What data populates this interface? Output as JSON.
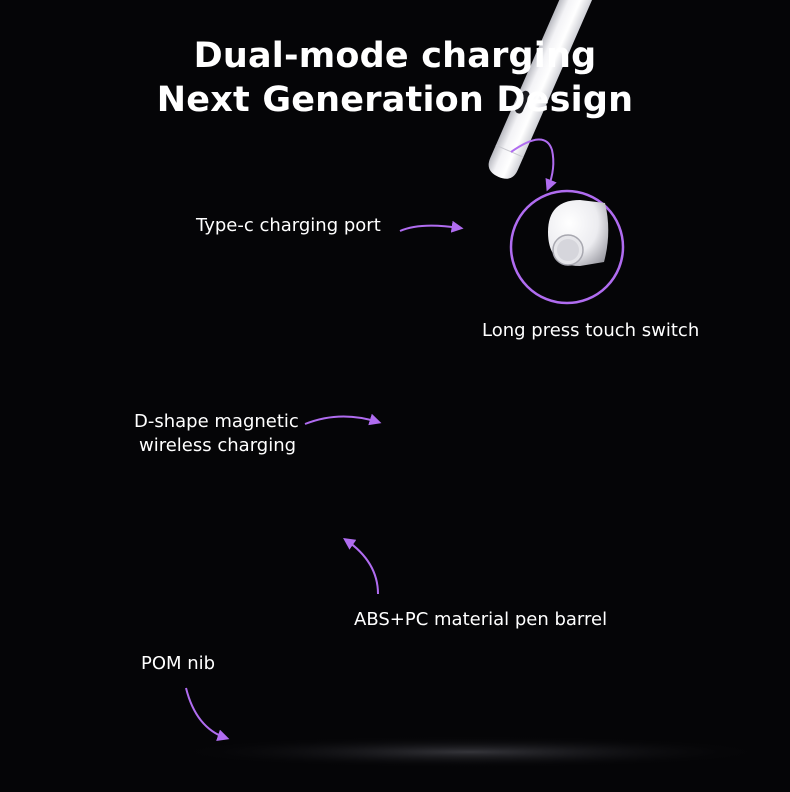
{
  "headline": {
    "line1": "Dual-mode charging",
    "line2": "Next Generation Design"
  },
  "labels": {
    "charging_port": "Type-c charging port",
    "touch_switch": "Long press touch switch",
    "magnetic_line1": "D-shape magnetic",
    "magnetic_line2": "wireless charging",
    "barrel": "ABS+PC material pen barrel",
    "nib": "POM nib"
  },
  "colors": {
    "background": "#050507",
    "accent": "#b06cf0",
    "pen": "#f4f4f6"
  }
}
